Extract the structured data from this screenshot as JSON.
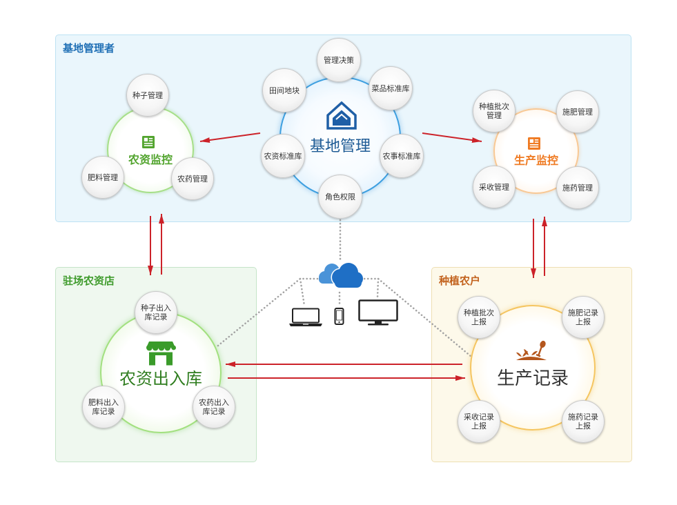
{
  "colors": {
    "manager_title": "#1f6fb5",
    "store_title": "#3f9b2c",
    "farmer_title": "#c2621d",
    "arrow": "#cc2229",
    "dotted_link": "#a3a3a3",
    "cloud": "#1f6fc5",
    "supply_monitor": "#52a42e",
    "base_management": "#1d5a94",
    "production_monitor": "#ef7a22",
    "stock_io": "#2f7d1f",
    "store_icon": "#3a9b2a",
    "production_record": "#333333",
    "planting_icon": "#b4561d",
    "satellite_text": "#333333"
  },
  "manager_panel": {
    "title": "基地管理者",
    "supply_monitor": {
      "label": "农资监控",
      "icon": "form-icon",
      "satellites": [
        "种子管理",
        "肥料管理",
        "农药管理"
      ]
    },
    "base_management": {
      "label": "基地管理",
      "icon": "house-icon",
      "satellites": [
        "管理决策",
        "田间地块",
        "菜品标准库",
        "农资标准库",
        "农事标准库",
        "角色权限"
      ]
    },
    "production_monitor": {
      "label": "生产监控",
      "icon": "form-icon",
      "satellites": [
        "种植批次\n管理",
        "施肥管理",
        "采收管理",
        "施药管理"
      ]
    }
  },
  "store_panel": {
    "title": "驻场农资店",
    "stock_io": {
      "label": "农资出入库",
      "icon": "store-icon",
      "satellites": [
        "种子出入\n库记录",
        "肥料出入\n库记录",
        "农药出入\n库记录"
      ]
    }
  },
  "farmer_panel": {
    "title": "种植农户",
    "production_record": {
      "label": "生产记录",
      "icon": "planting-shovel-icon",
      "satellites": [
        "种植批次\n上报",
        "施肥记录\n上报",
        "采收记录\n上报",
        "施药记录\n上报"
      ]
    }
  },
  "network": {
    "cloud_icon": "cloud-icon",
    "device_icons": [
      "laptop-icon",
      "phone-icon",
      "monitor-icon"
    ]
  }
}
